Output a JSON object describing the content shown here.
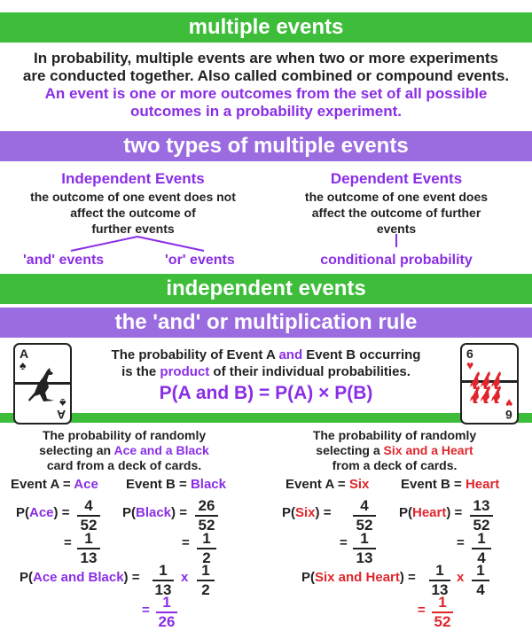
{
  "banners": {
    "multiple_events": "multiple events",
    "two_types": "two types of multiple events",
    "independent_events": "independent events",
    "and_rule": "the 'and' or multiplication rule"
  },
  "intro": {
    "line1": "In probability, multiple events are when two or more experiments",
    "line2": "are conducted together. Also called combined or compound events.",
    "event_line1": "An event is one or more outcomes from the set of all possible",
    "event_line2": "outcomes in a probability experiment."
  },
  "types": {
    "independent": {
      "title": "Independent Events",
      "desc1": "the outcome of one event does not",
      "desc2": "affect the outcome of",
      "desc3": "further events",
      "and": "'and' events",
      "or": "'or' events"
    },
    "dependent": {
      "title": "Dependent Events",
      "desc1": "the outcome of one event does",
      "desc2": "affect the outcome of further",
      "desc3": "events",
      "conditional": "conditional probability"
    }
  },
  "rule": {
    "line1_a": "The probability of Event A ",
    "line1_and": "and",
    "line1_b": " Event B occurring",
    "line2_a": "is the ",
    "line2_product": "product",
    "line2_b": " of their individual probabilities.",
    "formula": "P(A and B) = P(A) × P(B)"
  },
  "cards": {
    "left": {
      "rank": "A",
      "rank_bottom": "A",
      "suit": "♠"
    },
    "right": {
      "rank": "6",
      "rank_bottom": "6",
      "suit": "♥"
    }
  },
  "example1": {
    "desc1": "The probability of randomly",
    "desc2_a": "selecting an ",
    "desc2_hl": "Ace and a Black",
    "desc3": "card from a deck of cards.",
    "event_a_label": "Event A = ",
    "event_a": "Ace",
    "event_b_label": "Event B = ",
    "event_b": "Black",
    "p": "P(",
    "close": ")",
    "eq": "=",
    "pa_num": "4",
    "pa_den": "52",
    "pa2_num": "1",
    "pa2_den": "13",
    "pb_num": "26",
    "pb_den": "52",
    "pb2_num": "1",
    "pb2_den": "2",
    "both": "Ace and Black",
    "times": "x",
    "res_num": "1",
    "res_den": "26"
  },
  "example2": {
    "desc1": "The probability of randomly",
    "desc2_a": "selecting a ",
    "desc2_hl": "Six and a Heart",
    "desc3": "from a deck of cards.",
    "event_a_label": "Event A = ",
    "event_a": "Six",
    "event_b_label": "Event B = ",
    "event_b": "Heart",
    "p": "P(",
    "close": ")",
    "eq": "=",
    "pa_num": "4",
    "pa_den": "52",
    "pa2_num": "1",
    "pa2_den": "13",
    "pb_num": "13",
    "pb_den": "52",
    "pb2_num": "1",
    "pb2_den": "4",
    "both": "Six and Heart",
    "times": "x",
    "res_num": "1",
    "res_den": "52"
  },
  "colors": {
    "green": "#3ebd3a",
    "purple": "#9b6ce0",
    "purple_text": "#8a2ee6",
    "red_text": "#e0262c"
  }
}
